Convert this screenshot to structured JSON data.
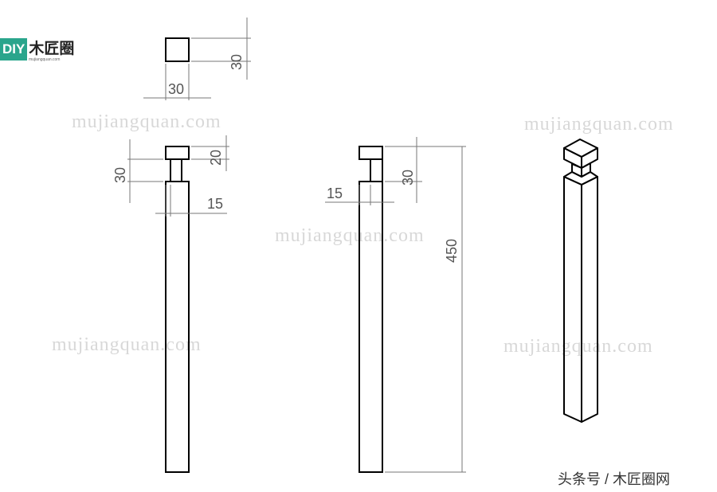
{
  "logo": {
    "badge": "DIY",
    "name": "木匠圈",
    "sub": "mujiangquan.com"
  },
  "watermarks": [
    "mujiangquan.com",
    "mujiangquan.com",
    "mujiangquan.com",
    "mujiangquan.com",
    "mujiangquan.com"
  ],
  "dimensions": {
    "top_width": "30",
    "top_height": "30",
    "front_cap": "20",
    "front_neck": "30",
    "front_inset": "15",
    "side_inset": "15",
    "side_neck": "30",
    "total_height": "450"
  },
  "footer": "头条号 / 木匠圈网",
  "colors": {
    "line": "#000000",
    "dim": "#777777",
    "watermark": "#d8d8d8",
    "logo": "#2aa58c"
  }
}
